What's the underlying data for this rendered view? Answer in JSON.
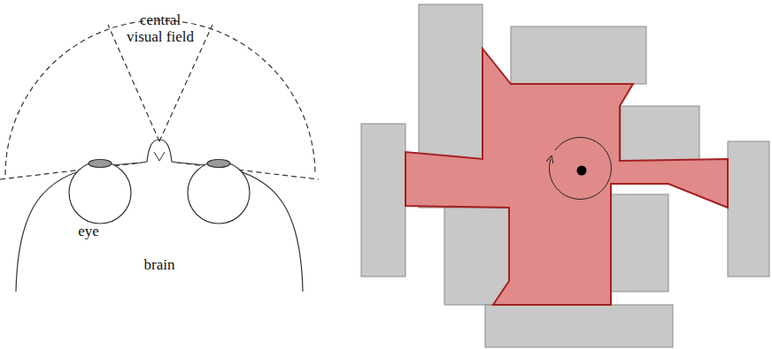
{
  "diagram": {
    "labels": [
      "central visual field",
      "eye",
      "brain"
    ]
  }
}
